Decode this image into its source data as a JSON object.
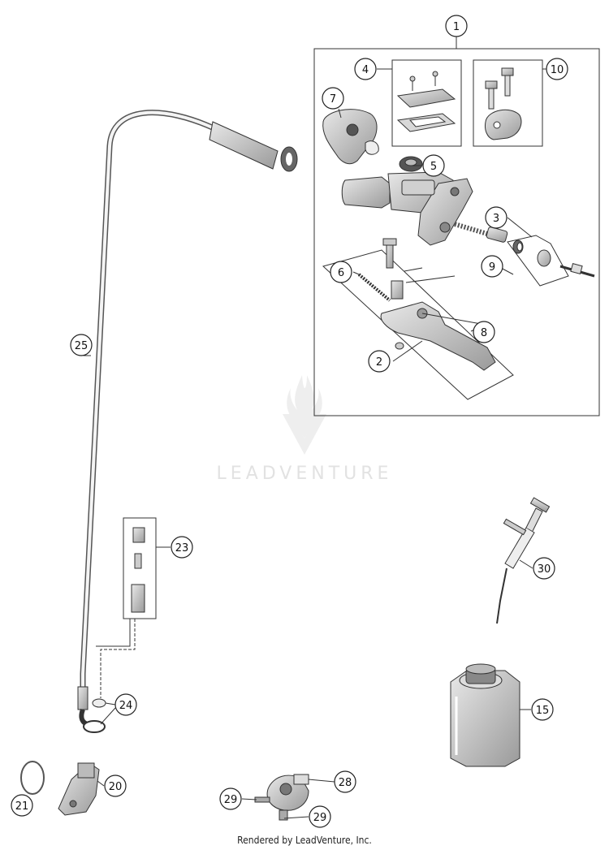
{
  "watermark": "LEADVENTURE",
  "footer": "Rendered by LeadVenture, Inc.",
  "callouts": [
    "1",
    "2",
    "3",
    "4",
    "5",
    "6",
    "7",
    "8",
    "9",
    "10",
    "15",
    "20",
    "21",
    "23",
    "24",
    "25",
    "28",
    "29",
    "29",
    "30"
  ]
}
